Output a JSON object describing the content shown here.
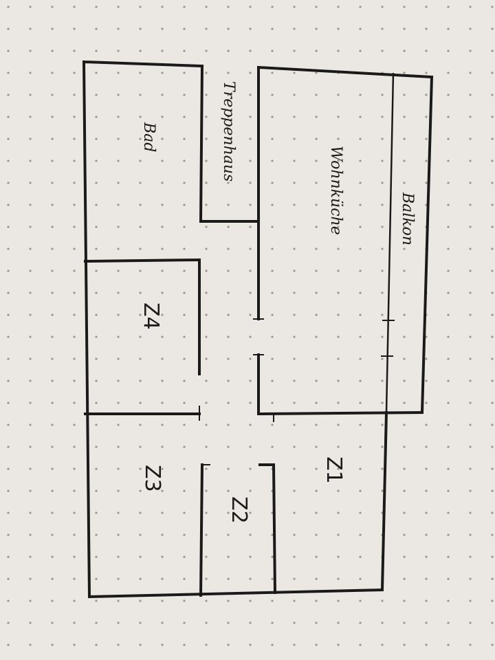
{
  "rooms": {
    "balkon": "Balkon",
    "wohnkueche": "Wohnküche",
    "treppenhaus": "Treppenhaus",
    "bad": "Bad",
    "z4": "Z4",
    "z1": "Z1",
    "z2": "Z2",
    "z3": "Z3"
  },
  "colors": {
    "paper": "#ebe8e3",
    "ink": "#1a1a1a",
    "dots": "#9a968f"
  }
}
